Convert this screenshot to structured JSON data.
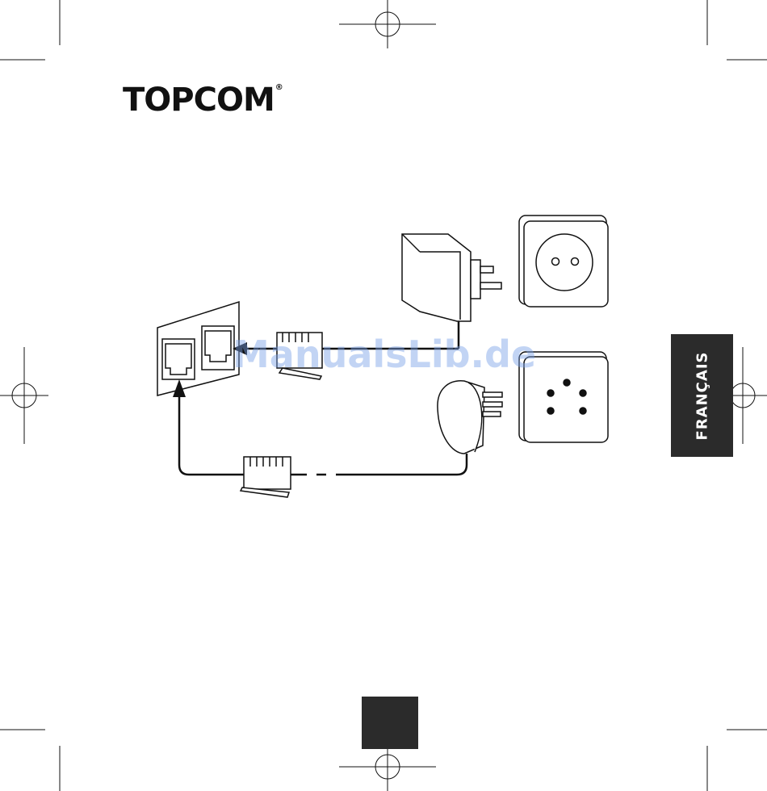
{
  "brand": {
    "logo_text": "TOPCOM",
    "registered_mark": "®"
  },
  "language_tab": {
    "label": "FRANÇAIS"
  },
  "watermark": {
    "text": "ManualsLib.de"
  },
  "colors": {
    "ink": "#111111",
    "tab_background": "#2b2b2b",
    "tab_text": "#ffffff",
    "watermark": "#78a0e6"
  },
  "diagram": {
    "components": [
      "telephone-wall-socket-dual",
      "rj11-plug-upper",
      "power-adapter",
      "power-outlet",
      "phone-plug-adapter",
      "phone-wall-outlet",
      "rj11-plug-lower"
    ],
    "icons": [
      "crop-mark-icon",
      "registration-mark-icon",
      "arrow-up-icon",
      "arrow-left-icon"
    ]
  }
}
